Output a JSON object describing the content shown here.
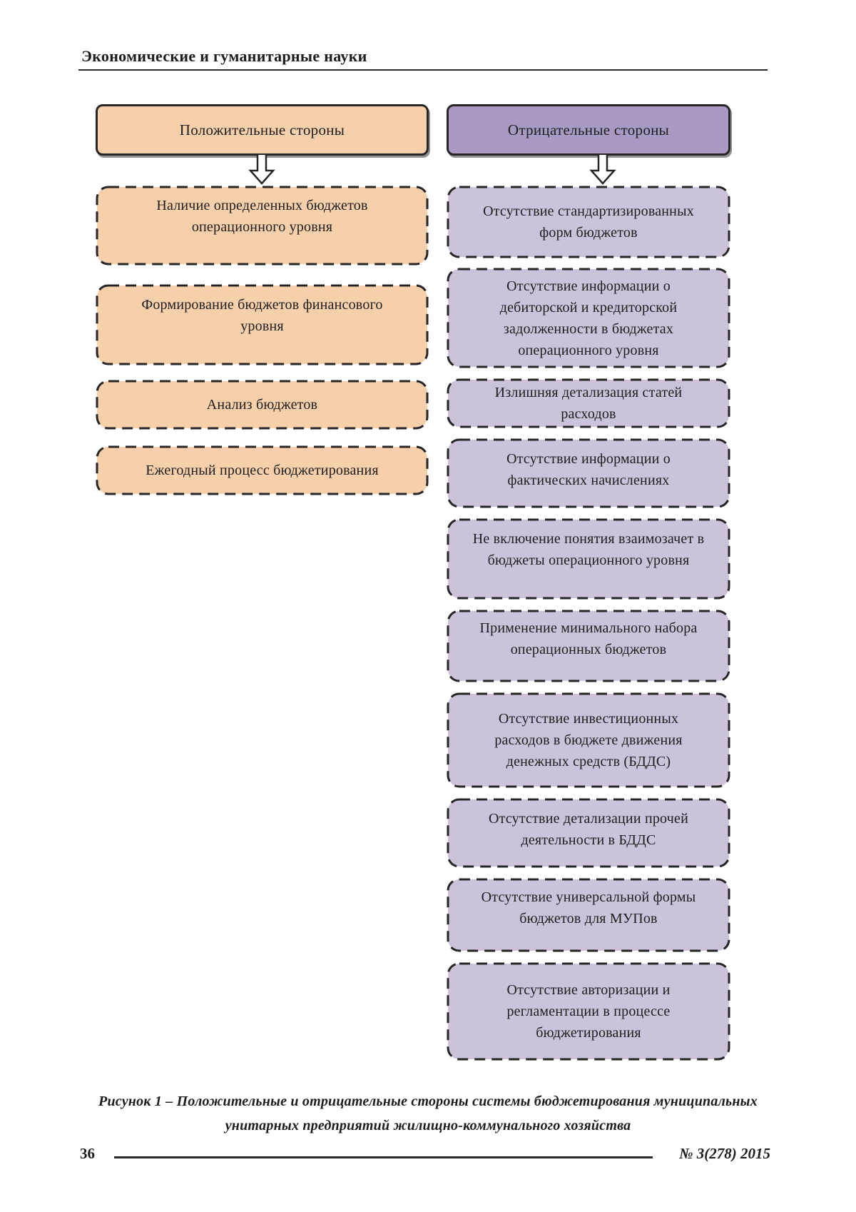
{
  "header": {
    "title": "Экономические и гуманитарные науки"
  },
  "figure": {
    "left_column": {
      "title": "Положительные стороны",
      "items": [
        "Наличие определенных бюджетов операционного уровня",
        "Формирование бюджетов финансового уровня",
        "Анализ бюджетов",
        "Ежегодный процесс бюджетирования"
      ]
    },
    "right_column": {
      "title": "Отрицательные стороны",
      "items": [
        "Отсутствие стандартизированных форм бюджетов",
        "Отсутствие информации о дебиторской и кредиторской задолженности в бюджетах операционного уровня",
        "Излишняя детализация статей расходов",
        "Отсутствие информации о фактических начислениях",
        "Не включение понятия взаимозачет в бюджеты операционного уровня",
        "Применение минимального набора операционных бюджетов",
        "Отсутствие инвестиционных расходов в бюджете движения денежных средств (БДДС)",
        "Отсутствие детализации прочей деятельности в БДДС",
        "Отсутствие универсальной формы бюджетов для МУПов",
        "Отсутствие авторизации и регламентации в процессе бюджетирования"
      ]
    },
    "caption_line1": "Рисунок 1 – Положительные и отрицательные стороны системы бюджетирования муниципальных",
    "caption_line2": "унитарных предприятий жилищно-коммунального хозяйства"
  },
  "footer": {
    "page_number": "36",
    "issue": "№ 3(278) 2015"
  },
  "colors": {
    "positive_fill": "#f6cfab",
    "negative_title_fill": "#a89ac4",
    "negative_fill": "#ccc3da",
    "line": "#262626"
  }
}
